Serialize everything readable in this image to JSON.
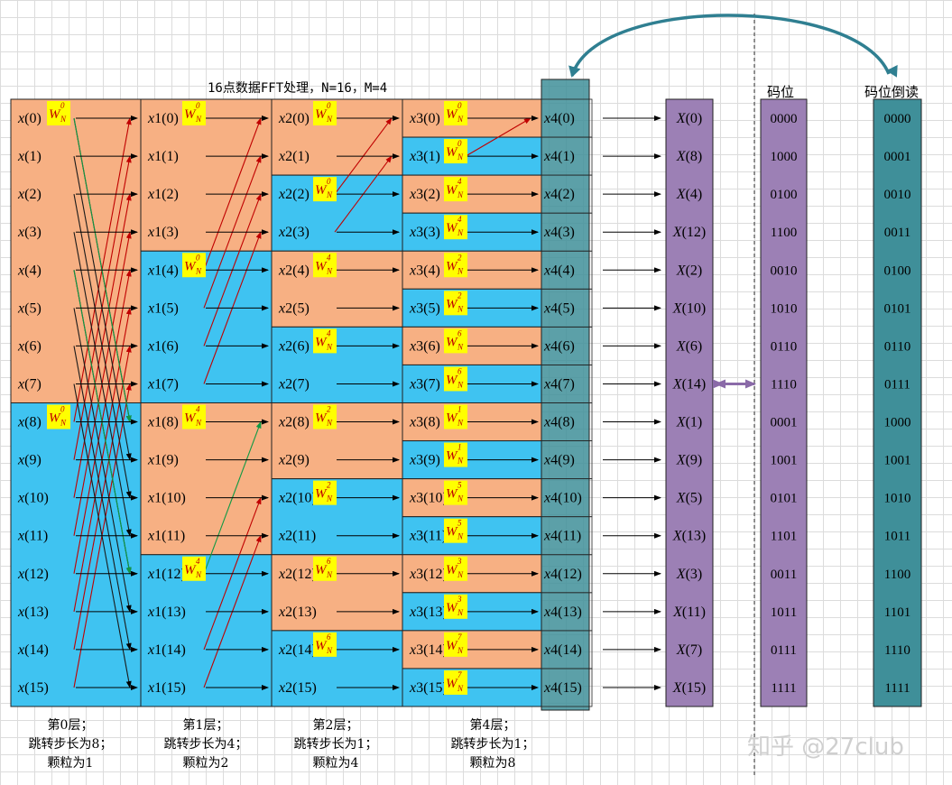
{
  "title": "16点数据FFT处理，N=16，M=4",
  "headers": {
    "code": "码位",
    "reversed": "码位倒读"
  },
  "columns": [
    {
      "prefix": "x",
      "italic_prefix": true
    },
    {
      "prefix": "x1",
      "italic_prefix": false
    },
    {
      "prefix": "x2",
      "italic_prefix": false
    },
    {
      "prefix": "x3",
      "italic_prefix": false
    },
    {
      "prefix": "x4",
      "italic_prefix": false
    }
  ],
  "block_colors": [
    [
      "o",
      "o",
      "o",
      "o",
      "o",
      "o",
      "o",
      "o",
      "b",
      "b",
      "b",
      "b",
      "b",
      "b",
      "b",
      "b"
    ],
    [
      "o",
      "o",
      "o",
      "o",
      "b",
      "b",
      "b",
      "b",
      "o",
      "o",
      "o",
      "o",
      "b",
      "b",
      "b",
      "b"
    ],
    [
      "o",
      "o",
      "b",
      "b",
      "o",
      "o",
      "b",
      "b",
      "o",
      "o",
      "b",
      "b",
      "o",
      "o",
      "b",
      "b"
    ],
    [
      "o",
      "b",
      "o",
      "b",
      "o",
      "b",
      "o",
      "b",
      "o",
      "b",
      "o",
      "b",
      "o",
      "b",
      "o",
      "b"
    ]
  ],
  "twiddles": [
    [
      {
        "row": 0,
        "k": "0"
      },
      {
        "row": 8,
        "k": "0"
      }
    ],
    [
      {
        "row": 0,
        "k": "0"
      },
      {
        "row": 4,
        "k": "0"
      },
      {
        "row": 8,
        "k": "4"
      },
      {
        "row": 12,
        "k": "4"
      }
    ],
    [
      {
        "row": 0,
        "k": "0"
      },
      {
        "row": 2,
        "k": "0"
      },
      {
        "row": 4,
        "k": "4"
      },
      {
        "row": 6,
        "k": "4"
      },
      {
        "row": 8,
        "k": "2"
      },
      {
        "row": 10,
        "k": "2"
      },
      {
        "row": 12,
        "k": "6"
      },
      {
        "row": 14,
        "k": "6"
      }
    ],
    [
      {
        "row": 0,
        "k": "0"
      },
      {
        "row": 1,
        "k": "0"
      },
      {
        "row": 2,
        "k": "4"
      },
      {
        "row": 3,
        "k": "4"
      },
      {
        "row": 4,
        "k": "2"
      },
      {
        "row": 5,
        "k": "2"
      },
      {
        "row": 6,
        "k": "6"
      },
      {
        "row": 7,
        "k": "6"
      },
      {
        "row": 8,
        "k": "1"
      },
      {
        "row": 9,
        "k": "1"
      },
      {
        "row": 10,
        "k": "5"
      },
      {
        "row": 11,
        "k": "5"
      },
      {
        "row": 12,
        "k": "3"
      },
      {
        "row": 13,
        "k": "3"
      },
      {
        "row": 14,
        "k": "7"
      },
      {
        "row": 15,
        "k": "7"
      }
    ]
  ],
  "twiddle_base": "W",
  "twiddle_sub": "N",
  "outputs": [
    "X(0)",
    "X(8)",
    "X(4)",
    "X(12)",
    "X(2)",
    "X(10)",
    "X(6)",
    "X(14)",
    "X(1)",
    "X(9)",
    "X(5)",
    "X(13)",
    "X(3)",
    "X(11)",
    "X(7)",
    "X(15)"
  ],
  "codes": [
    "0000",
    "1000",
    "0100",
    "1100",
    "0010",
    "1010",
    "0110",
    "1110",
    "0001",
    "1001",
    "0101",
    "1101",
    "0011",
    "1011",
    "0111",
    "1111"
  ],
  "reversed_codes": [
    "0000",
    "0001",
    "0010",
    "0011",
    "0100",
    "0101",
    "0110",
    "0111",
    "1000",
    "1001",
    "1010",
    "1011",
    "1100",
    "1101",
    "1110",
    "1111"
  ],
  "stages": [
    [
      "第0层；",
      "跳转步长为8；",
      "颗粒为1"
    ],
    [
      "第1层；",
      "跳转步长为4；",
      "颗粒为2"
    ],
    [
      "第2层；",
      "跳转步长为1；",
      "颗粒为4"
    ],
    [
      "第4层；",
      "跳转步长为1；",
      "颗粒为8"
    ]
  ],
  "cross_links": [
    {
      "stage": 0,
      "color": "#c00000",
      "pairs": [
        [
          8,
          0
        ],
        [
          9,
          1
        ],
        [
          10,
          2
        ],
        [
          11,
          3
        ],
        [
          12,
          4
        ],
        [
          13,
          5
        ],
        [
          14,
          6
        ],
        [
          15,
          7
        ]
      ]
    },
    {
      "stage": 0,
      "color": "#1a1a1a",
      "pairs": [
        [
          0,
          8
        ],
        [
          1,
          9
        ],
        [
          2,
          10
        ],
        [
          3,
          11
        ],
        [
          4,
          12
        ],
        [
          5,
          13
        ],
        [
          6,
          14
        ],
        [
          7,
          15
        ]
      ]
    },
    {
      "stage": 0,
      "color": "#119944",
      "pairs": [
        [
          0,
          8
        ],
        [
          4,
          12
        ]
      ]
    },
    {
      "stage": 1,
      "color": "#c00000",
      "pairs": [
        [
          4,
          0
        ],
        [
          5,
          1
        ],
        [
          6,
          2
        ],
        [
          7,
          3
        ],
        [
          15,
          11
        ],
        [
          14,
          10
        ]
      ]
    },
    {
      "stage": 1,
      "color": "#119944",
      "pairs": [
        [
          12,
          8
        ]
      ]
    },
    {
      "stage": 2,
      "color": "#c00000",
      "pairs": [
        [
          2,
          0
        ],
        [
          3,
          1
        ]
      ]
    },
    {
      "stage": 3,
      "color": "#c00000",
      "pairs": [
        [
          1,
          0
        ]
      ]
    }
  ],
  "watermark": "知乎 @27club",
  "colors": {
    "orange": "#f7b083",
    "blue": "#3fc3f1",
    "teal": "#3f8f99",
    "purple": "#9c80b5",
    "twiddle_bg": "#ffff00",
    "arc": "#2f7f91"
  }
}
